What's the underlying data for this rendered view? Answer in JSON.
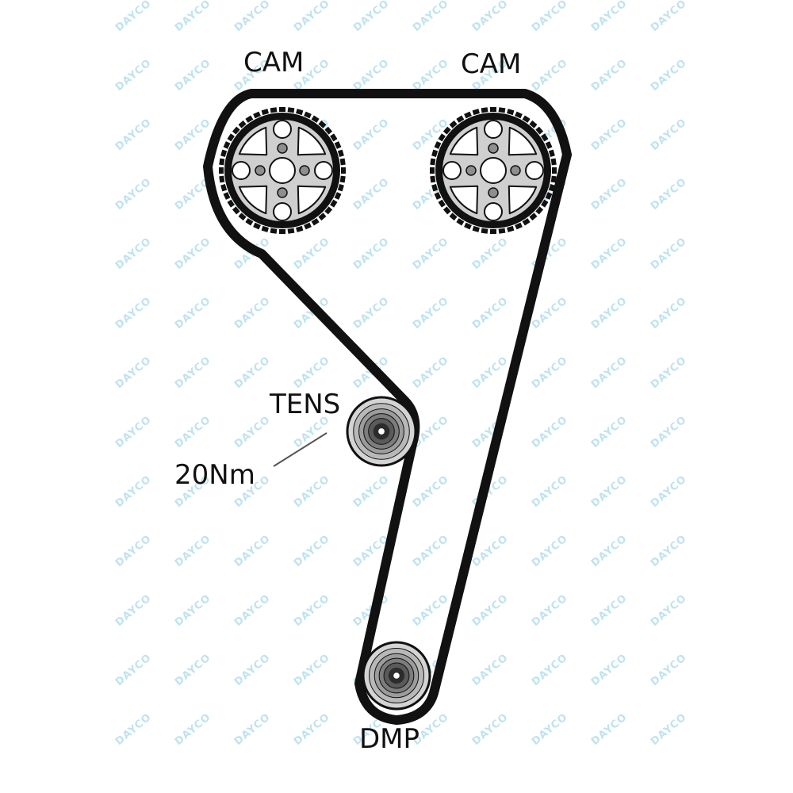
{
  "labels": {
    "cam_left": "CAM",
    "cam_right": "CAM",
    "tensioner": "TENS",
    "tensioner_torque": "20Nm",
    "damper": "DMP"
  },
  "watermark": {
    "text": "DAYCO",
    "color": "#bfe3ef"
  },
  "colors": {
    "belt": "#111111",
    "pulley_face": "#cfcfcf",
    "pulley_hole": "#ffffff",
    "bolt": "#8e8e8e",
    "idler_ring": "#d4d4d4",
    "leader_line": "#555555"
  }
}
